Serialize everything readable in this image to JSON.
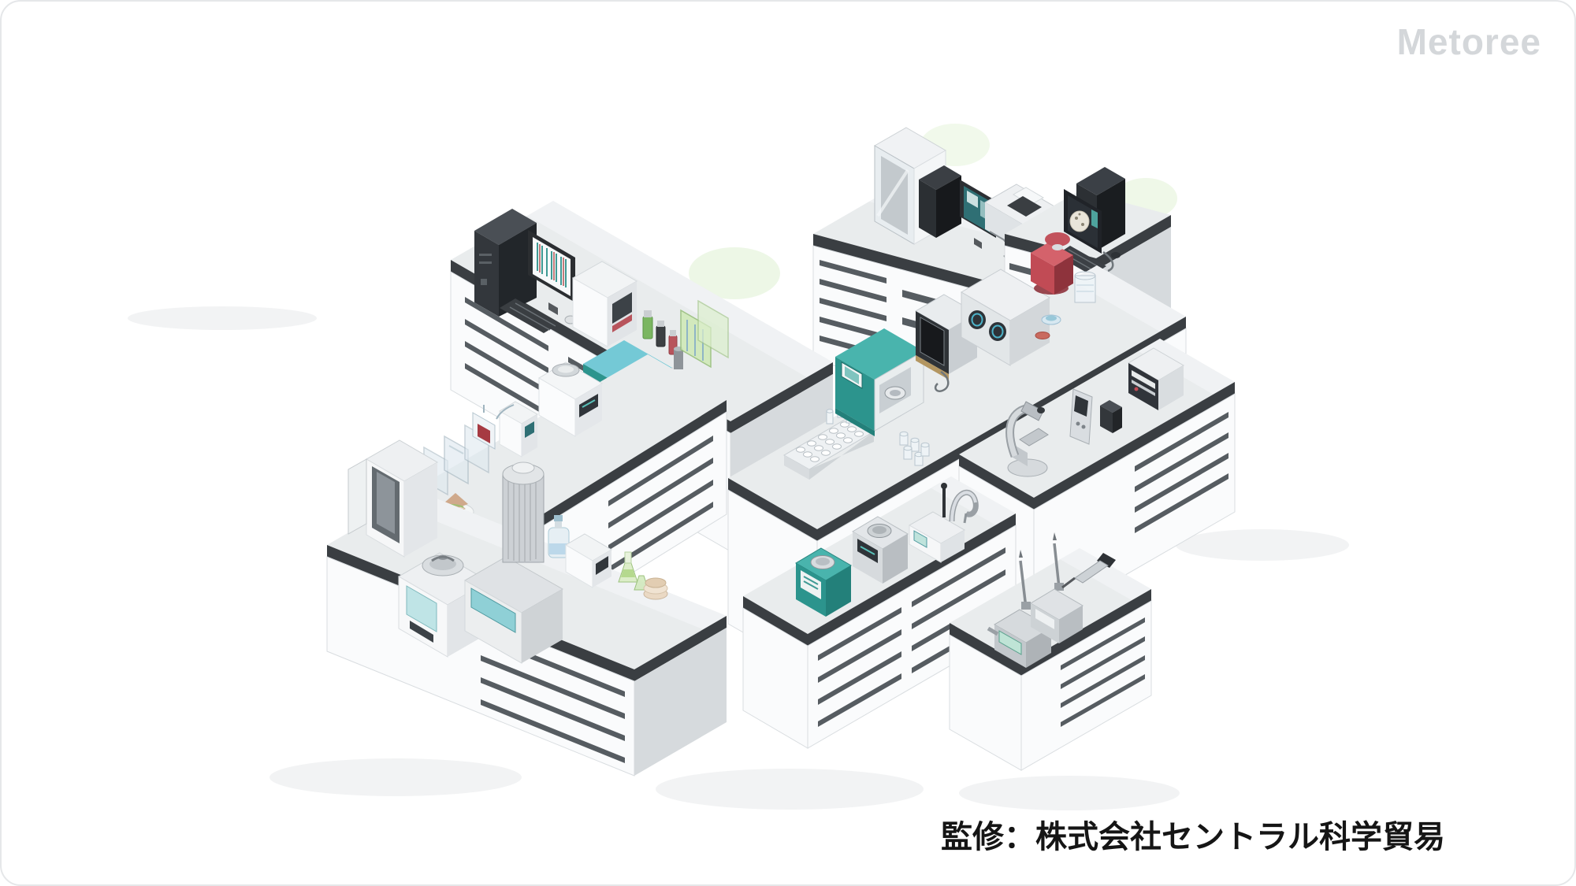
{
  "watermark": "Metoree",
  "caption": "監修：株式会社セントラル科学貿易",
  "palette": {
    "background": "#ffffff",
    "cardBorder": "#e5e7e9",
    "watermarkColor": "#d4d7da",
    "captionColor": "#151515",
    "benchTop": "#e9eced",
    "benchTopEdge": "#3a3e42",
    "benchFaceLight": "#fafbfc",
    "benchFaceShade": "#d6dadd",
    "drawerSlot": "#565c61",
    "tealDark": "#2c948d",
    "tealMid": "#49b4ad",
    "tealLight": "#74c9d6",
    "tealPale": "#8fd0d6",
    "red": "#c14b55",
    "redDark": "#8e333c",
    "redLight": "#d4626b",
    "darkCase": "#34383d",
    "darkerCase": "#212428",
    "screenTeal": "#2f6f74",
    "screenDark": "#2b3036",
    "silver": "#ccd1d4",
    "glassBlue": "#dfe9f0",
    "gelGreen": "#cfe9b5",
    "glowGreen": "#dcefcd",
    "floorShadow": "#edeff0"
  },
  "scene": {
    "benches": [
      "analysis-bench",
      "sample-bench",
      "prep-bench",
      "central-counter",
      "instrument-back-bench",
      "imaging-workstation-bench",
      "mixer-bench",
      "microscope-bench",
      "homogenizer-bench"
    ],
    "equipment": [
      "desktop-pc",
      "chromatography-monitor",
      "keyboard",
      "mouse",
      "benchtop-analyzer",
      "sample-vials",
      "lab-washer",
      "gel-plates",
      "glass-plates",
      "blood-bag",
      "infusion-pump",
      "analytical-balance",
      "sample-plate",
      "fume-cabinet",
      "muffle-furnace",
      "heating-cylinder",
      "reagent-bottle",
      "mini-analyzer",
      "erlenmeyer-flasks",
      "petri-dish-stack",
      "well-plate",
      "sample-cups",
      "dispensing-analyzer",
      "lab-oven",
      "glove-box",
      "centrifuge",
      "beaker",
      "petri-dish",
      "culture-dish",
      "tall-incubator",
      "workstation-pc",
      "workstation-monitor",
      "lab-printer",
      "imaging-pc",
      "imaging-monitor",
      "imaging-keyboard",
      "microscope",
      "handheld-meter",
      "portable-meter",
      "spectrometer",
      "vortex-mixer",
      "magnetic-stirrer",
      "water-purifier",
      "homogenizer",
      "ultrasonic-homogenizer",
      "electronic-pipette"
    ]
  }
}
